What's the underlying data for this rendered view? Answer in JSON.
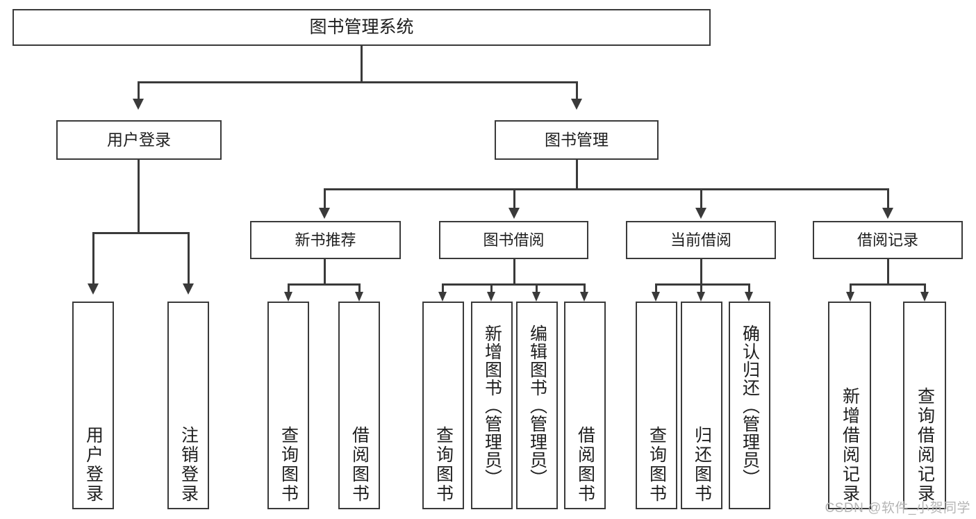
{
  "diagram": {
    "type": "tree",
    "title": "图书管理系统",
    "root": {
      "label": "图书管理系统"
    },
    "level1": [
      {
        "label": "用户登录"
      },
      {
        "label": "图书管理"
      }
    ],
    "level2": [
      {
        "label": "新书推荐"
      },
      {
        "label": "图书借阅"
      },
      {
        "label": "当前借阅"
      },
      {
        "label": "借阅记录"
      }
    ],
    "leaves": {
      "user_login": [
        {
          "label": "用户登录"
        },
        {
          "label": "注销登录"
        }
      ],
      "new_book_recommend": [
        {
          "label": "查询图书"
        },
        {
          "label": "借阅图书"
        }
      ],
      "book_borrow": [
        {
          "label": "查询图书"
        },
        {
          "label": "新增图书（管理员）"
        },
        {
          "label": "编辑图书（管理员）"
        },
        {
          "label": "借阅图书"
        }
      ],
      "current_borrow": [
        {
          "label": "查询图书"
        },
        {
          "label": "归还图书"
        },
        {
          "label": "确认归还（管理员）"
        }
      ],
      "borrow_record": [
        {
          "label": "新增借阅记录"
        },
        {
          "label": "查询借阅记录"
        }
      ]
    }
  },
  "watermark": {
    "text": "CSDN @软件_小贺同学"
  },
  "colors": {
    "stroke": "#3a3a3a",
    "fill": "#ffffff",
    "text": "#1e1e1e",
    "watermark": "#b5b5b5"
  }
}
